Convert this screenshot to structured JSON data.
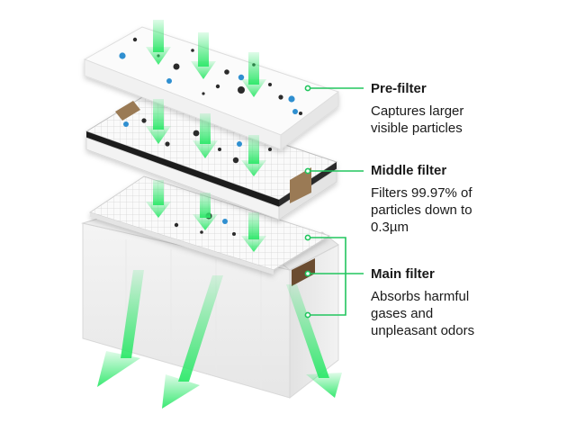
{
  "layers": [
    {
      "id": "pre",
      "title": "Pre-filter",
      "description": "Captures larger\nvisible particles"
    },
    {
      "id": "middle",
      "title": "Middle filter",
      "description": "Filters 99.97% of\nparticles down to\n0.3µm"
    },
    {
      "id": "main",
      "title": "Main filter",
      "description": "Absorbs harmful\ngases and\nunpleasant odors"
    }
  ],
  "colors": {
    "callout_line": "#22c55e",
    "airflow_arrow": "#2ee86a",
    "particle_dark": "#2b2b2b",
    "particle_blue": "#2f8fd0",
    "filter_edge": "#1c1c1c",
    "tab": "#9a7a55",
    "carbon": "#5a4028"
  }
}
